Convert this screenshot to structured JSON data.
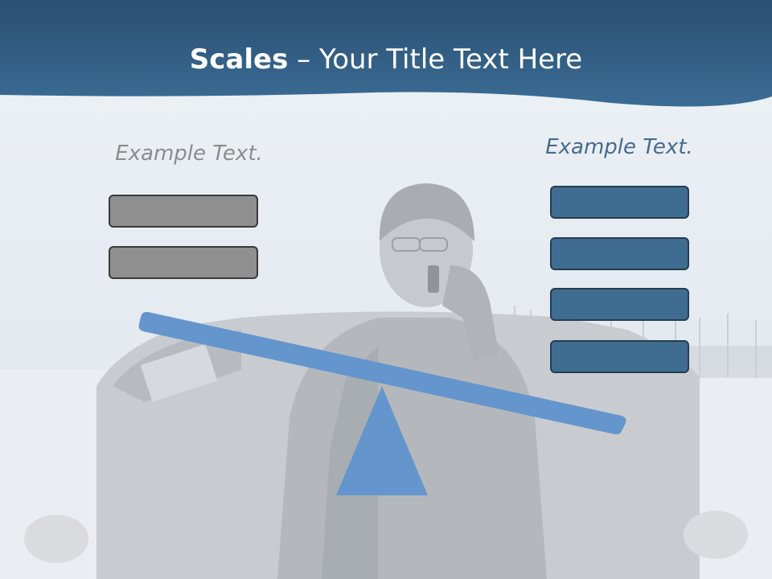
{
  "slide": {
    "title_bold": "Scales",
    "title_rest": " – Your Title Text Here"
  },
  "left_pan": {
    "label": "Example Text.",
    "box_count": 2
  },
  "right_pan": {
    "label": "Example Text.",
    "box_count": 4
  },
  "colors": {
    "header": "#2f5f86",
    "left_text": "#8c8c8c",
    "right_text": "#466b8e",
    "left_box": "#8f8f8f",
    "right_box": "#3f6d91",
    "beam": "#6496cd",
    "fulcrum": "#6496cd"
  }
}
